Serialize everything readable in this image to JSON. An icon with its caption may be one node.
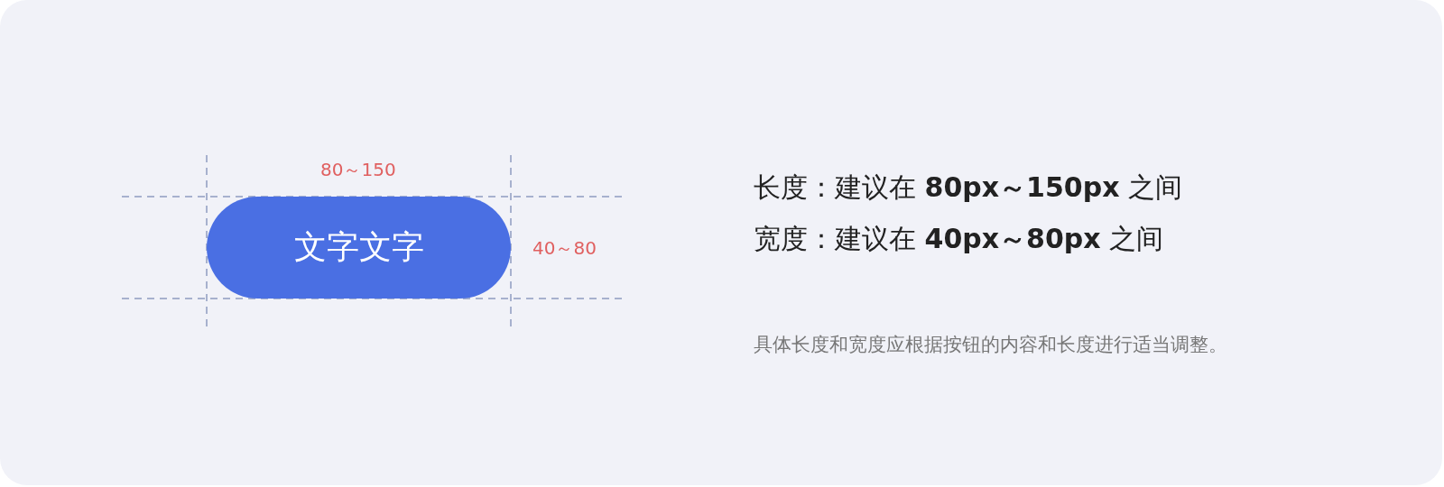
{
  "diagram": {
    "nodes": [
      {
        "text": [
          "文字文字"
        ]
      }
    ],
    "edges": [],
    "labels": [
      "80～150",
      "40～80",
      "长度：建议在 **80px～150px** 之间",
      "宽度：建议在 **40px～80px** 之间",
      "具体长度和宽度应根据按钮的内容和长度进行适当调整。"
    ]
  }
}
